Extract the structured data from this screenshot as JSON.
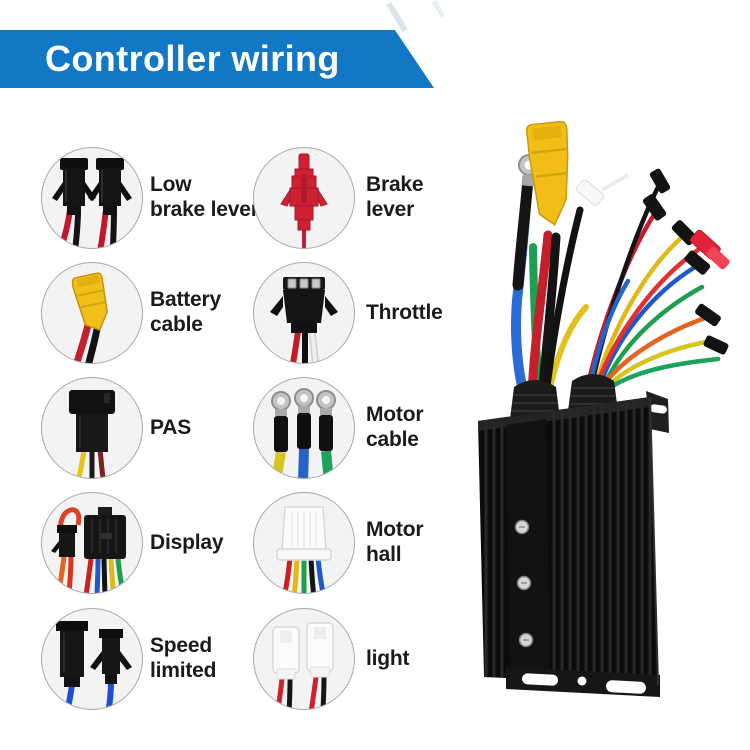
{
  "banner": {
    "title": "Controller wiring",
    "bg_color": "#1278c5",
    "accent_color": "#dce4ea",
    "text_color": "#ffffff"
  },
  "colors": {
    "label_text": "#1b1b1b",
    "circle_fill": "#f3f3f3",
    "circle_border": "#a9a9a9"
  },
  "legend": {
    "left": [
      {
        "id": "low-brake-lever",
        "label": "Low\nbrake lever"
      },
      {
        "id": "battery-cable",
        "label": "Battery\ncable"
      },
      {
        "id": "pas",
        "label": "PAS"
      },
      {
        "id": "display",
        "label": "Display"
      },
      {
        "id": "speed-limited",
        "label": "Speed\nlimited"
      }
    ],
    "right": [
      {
        "id": "brake-lever",
        "label": "Brake\nlever"
      },
      {
        "id": "throttle",
        "label": "Throttle"
      },
      {
        "id": "motor-cable",
        "label": "Motor\ncable"
      },
      {
        "id": "motor-hall",
        "label": "Motor\nhall"
      },
      {
        "id": "light",
        "label": "light"
      }
    ]
  }
}
